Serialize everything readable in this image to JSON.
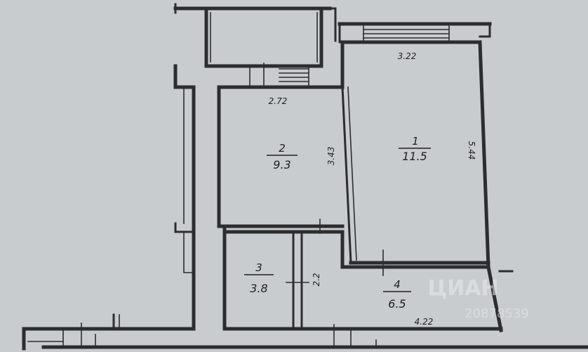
{
  "rooms": [
    {
      "number": "1",
      "area": "11.5"
    },
    {
      "number": "2",
      "area": "9.3"
    },
    {
      "number": "3",
      "area": "3.8"
    },
    {
      "number": "4",
      "area": "6.5"
    }
  ],
  "dimensions": {
    "room1_width": "3.22",
    "room1_height": "5.44",
    "room2_width": "2.72",
    "room2_height": "3.43",
    "room3_height": "2.2",
    "room4_width": "4.22"
  },
  "watermark": {
    "brand": "ЦИАН",
    "id": "20878539"
  }
}
